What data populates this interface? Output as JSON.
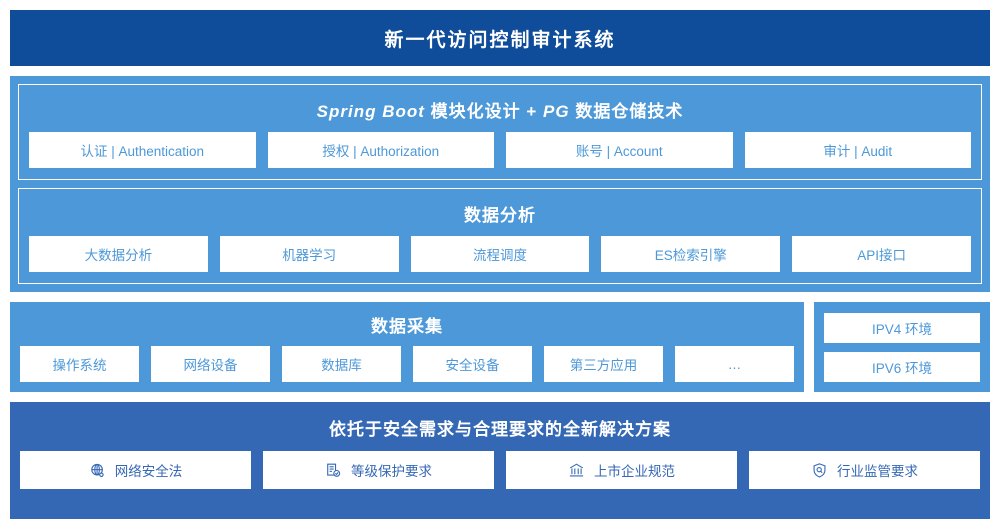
{
  "header": {
    "title": "新一代访问控制审计系统"
  },
  "colors": {
    "header_bg": "#0f4c9a",
    "panel_blue": "#4d98d8",
    "solution_blue": "#3568b4",
    "card_bg": "#ffffff"
  },
  "platform": {
    "title_italic_1": "Spring Boot",
    "title_mid": " 模块化设计 + ",
    "title_italic_2": "PG",
    "title_tail": " 数据仓储技术",
    "title_full": "Spring Boot 模块化设计 + PG 数据仓储技术",
    "cards": [
      {
        "label": "认证 | Authentication"
      },
      {
        "label": "授权 | Authorization"
      },
      {
        "label": "账号 | Account"
      },
      {
        "label": "审计 | Audit"
      }
    ]
  },
  "analysis": {
    "title": "数据分析",
    "cards": [
      {
        "label": "大数据分析"
      },
      {
        "label": "机器学习"
      },
      {
        "label": "流程调度"
      },
      {
        "label": "ES检索引擎"
      },
      {
        "label": "API接口"
      }
    ]
  },
  "collection": {
    "title": "数据采集",
    "cards": [
      {
        "label": "操作系统"
      },
      {
        "label": "网络设备"
      },
      {
        "label": "数据库"
      },
      {
        "label": "安全设备"
      },
      {
        "label": "第三方应用"
      },
      {
        "label": "…"
      }
    ]
  },
  "environment": {
    "cards": [
      {
        "label": "IPV4 环境"
      },
      {
        "label": "IPV6 环境"
      }
    ]
  },
  "solution": {
    "title": "依托于安全需求与合理要求的全新解决方案",
    "cards": [
      {
        "label": "网络安全法",
        "icon": "globe-icon"
      },
      {
        "label": "等级保护要求",
        "icon": "document-check-icon"
      },
      {
        "label": "上市企业规范",
        "icon": "bank-icon"
      },
      {
        "label": "行业监管要求",
        "icon": "shield-search-icon"
      }
    ]
  }
}
